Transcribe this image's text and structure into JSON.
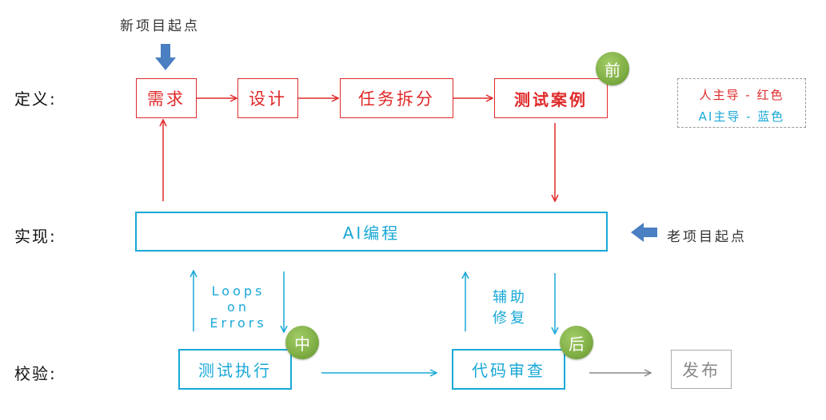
{
  "row_labels": {
    "define": "定义:",
    "implement": "实现:",
    "verify": "校验:"
  },
  "start_labels": {
    "new_project": "新项目起点",
    "old_project": "老项目起点"
  },
  "define_row": {
    "requirements": "需求",
    "design": "设计",
    "task_split": "任务拆分",
    "test_cases": "测试案例"
  },
  "implement_row": {
    "ai_coding": "AI编程"
  },
  "verify_row": {
    "test_execution": "测试执行",
    "code_review": "代码审查",
    "release": "发布"
  },
  "side_notes": {
    "loops_line1": "Loops",
    "loops_line2": "on",
    "loops_line3": "Errors",
    "assist_line1": "辅助",
    "assist_line2": "修复"
  },
  "badges": {
    "before": "前",
    "middle": "中",
    "after": "后"
  },
  "legend": {
    "human_led": "人主导 - 红色",
    "ai_led": "AI主导 - 蓝色"
  },
  "colors": {
    "human_red": "#e02a2a",
    "ai_blue": "#19a8d6",
    "badge_green": "#7fae45",
    "start_arrow_blue": "#4a7fc1",
    "release_gray": "#888888"
  }
}
